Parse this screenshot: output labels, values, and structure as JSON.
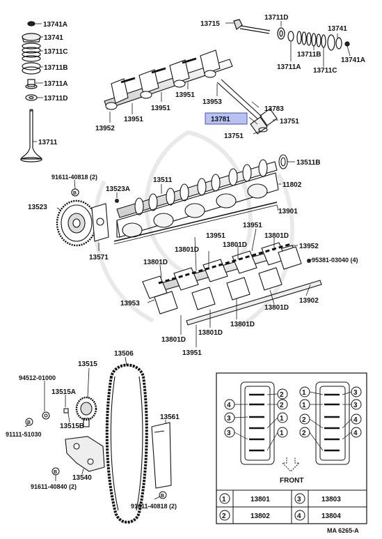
{
  "parts": {
    "p13741a_l": "13741A",
    "p13741_l": "13741",
    "p13711c_l": "13711C",
    "p13711b_l": "13711B",
    "p13711a_l": "13711A",
    "p13711d_l": "13711D",
    "p13711": "13711",
    "p13715": "13715",
    "p13711d_r": "13711D",
    "p13741_r": "13741",
    "p13711b_r": "13711B",
    "p13741a_r": "13741A",
    "p13711a_r": "13711A",
    "p13711c_r": "13711C",
    "p13951_a": "13951",
    "p13951_b": "13951",
    "p13951_c": "13951",
    "p13953_top": "13953",
    "p13783": "13783",
    "p13781": "13781",
    "p13751_a": "13751",
    "p13751_b": "13751",
    "p13952_top": "13952",
    "p91611_40818_a": "91611-40818 (2)",
    "p13511": "13511",
    "p13511b": "13511B",
    "p13523a": "13523A",
    "p11802": "11802",
    "p13523": "13523",
    "p13901": "13901",
    "p13571": "13571",
    "p13951_d": "13951",
    "p13951_e": "13951",
    "p13801d_1": "13801D",
    "p13801d_2": "13801D",
    "p13801d_3": "13801D",
    "p13952_mid": "13952",
    "p95381": "95381-03040 (4)",
    "p13801d_4": "13801D",
    "p13953_mid": "13953",
    "p13902": "13902",
    "p13801d_5": "13801D",
    "p13801d_6": "13801D",
    "p13801d_7": "13801D",
    "p13801d_8": "13801D",
    "p13951_f": "13951",
    "p13506": "13506",
    "p13515": "13515",
    "p94512": "94512-01000",
    "p13515a": "13515A",
    "p13515b": "13515B",
    "p91111": "91111-51030",
    "p13561": "13561",
    "p13540": "13540",
    "p91611_40840": "91611-40840 (2)",
    "p91611_40818_b": "91611-40818 (2)"
  },
  "badges": {
    "b": "B"
  },
  "inset": {
    "front_label": "FRONT",
    "left_bank_labels": [
      "2",
      "4",
      "2",
      "3",
      "1",
      "3",
      "1"
    ],
    "right_bank_labels": [
      "1",
      "3",
      "1",
      "3",
      "2",
      "4",
      "2",
      "4"
    ],
    "legend": [
      {
        "num": "1",
        "part": "13801"
      },
      {
        "num": "3",
        "part": "13803"
      },
      {
        "num": "2",
        "part": "13802"
      },
      {
        "num": "4",
        "part": "13804"
      }
    ]
  },
  "footer": {
    "ref_code": "MA 6265-A"
  },
  "colors": {
    "highlight": "#b9c1f0",
    "highlight_border": "#3c4fd0",
    "ink": "#111111"
  }
}
